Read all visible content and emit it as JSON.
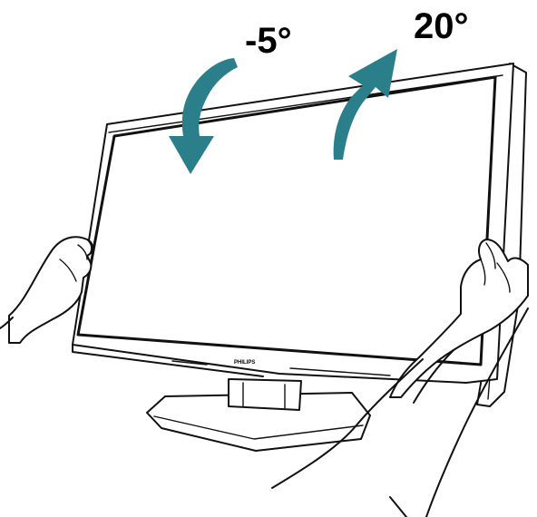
{
  "diagram": {
    "tilt_forward_label": "-5°",
    "tilt_backward_label": "20°",
    "brand_name": "PHILIPS",
    "arrow_color": "#2a7f8a",
    "line_color": "#111111",
    "background_color": "#ffffff"
  }
}
